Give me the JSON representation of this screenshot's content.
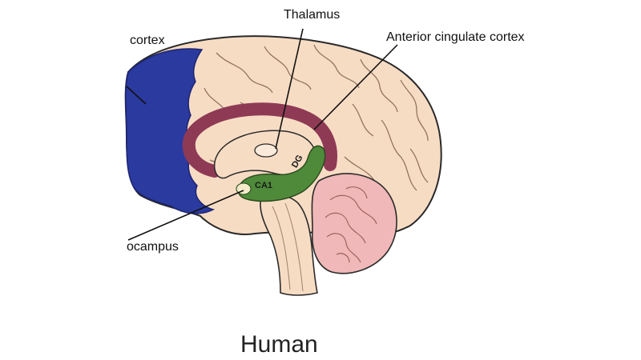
{
  "labels": {
    "thalamus": "Thalamus",
    "anterior_cingulate_cortex": "Anterior cingulate cortex",
    "cortex": "cortex",
    "hippocampus": "ocampus",
    "ca1": "CA1",
    "dg": "DG"
  },
  "caption": "Human",
  "colors": {
    "cortex_region": "#2b3a9e",
    "cingulate_band": "#8e3a55",
    "hippocampus": "#4e8a3a",
    "cerebellum": "#f0b8b8",
    "brain_tissue": "#f7dcc4",
    "outline": "#2a2a2a"
  }
}
